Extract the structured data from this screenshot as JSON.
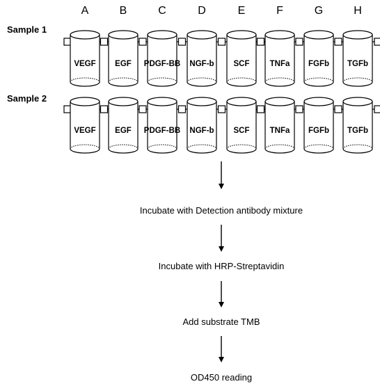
{
  "columns": [
    "A",
    "B",
    "C",
    "D",
    "E",
    "F",
    "G",
    "H"
  ],
  "rows": [
    {
      "label": "Sample 1",
      "wells": [
        "VEGF",
        "EGF",
        "PDGF-BB",
        "NGF-b",
        "SCF",
        "TNFa",
        "FGFb",
        "TGFb"
      ]
    },
    {
      "label": "Sample 2",
      "wells": [
        "VEGF",
        "EGF",
        "PDGF-BB",
        "NGF-b",
        "SCF",
        "TNFa",
        "FGFb",
        "TGFb"
      ]
    }
  ],
  "steps": [
    "Incubate with Detection antibody mixture",
    "Incubate with HRP-Streptavidin",
    "Add substrate TMB",
    "OD450 reading"
  ]
}
